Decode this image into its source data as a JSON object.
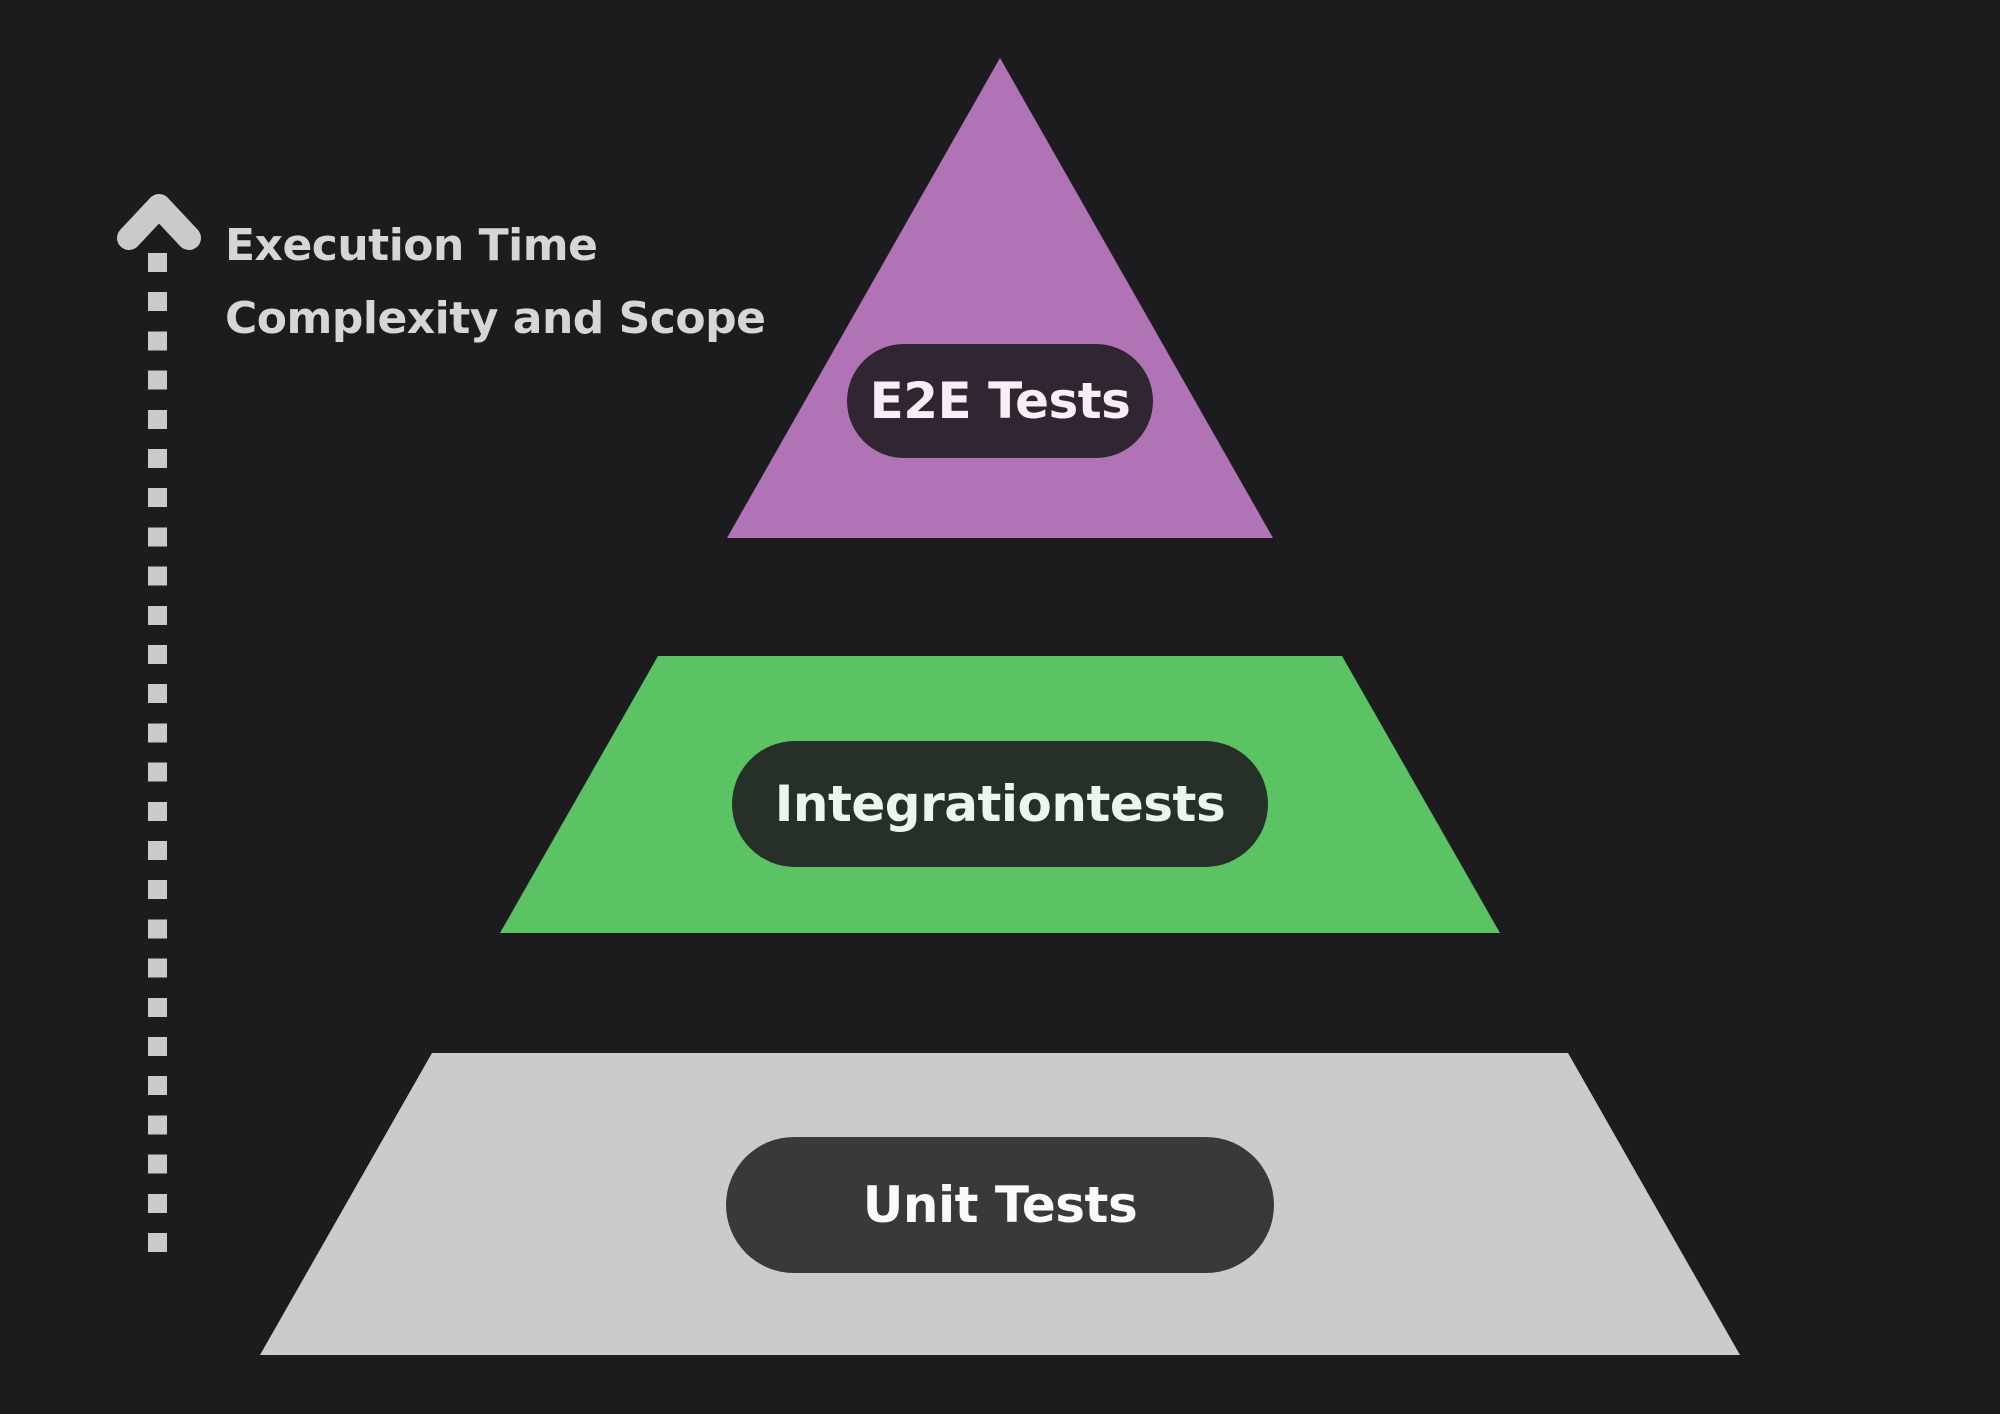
{
  "diagram": {
    "kind": "testing-pyramid",
    "background_color": "#1c1c1e"
  },
  "axis": {
    "line1": "Execution Time",
    "line2": "Complexity and Scope",
    "text_color": "#d6d6d6",
    "arrow_color": "#cacaca",
    "arrow_direction": "up",
    "arrow_style": "dashed"
  },
  "pyramid": {
    "levels": [
      {
        "id": "e2e",
        "label": "E2E Tests",
        "shape": "triangle",
        "position": "top",
        "fill": "#b073b6",
        "pill_bg": "#2f2631",
        "pill_text_color": "#f7eef7"
      },
      {
        "id": "integration",
        "label": "Integrationtests",
        "shape": "trapezoid",
        "position": "middle",
        "fill": "#5cc365",
        "pill_bg": "#273028",
        "pill_text_color": "#e9f7ec"
      },
      {
        "id": "unit",
        "label": "Unit Tests",
        "shape": "trapezoid",
        "position": "bottom",
        "fill": "#cbcbcb",
        "pill_bg": "#39393b",
        "pill_text_color": "#fafafa"
      }
    ]
  }
}
